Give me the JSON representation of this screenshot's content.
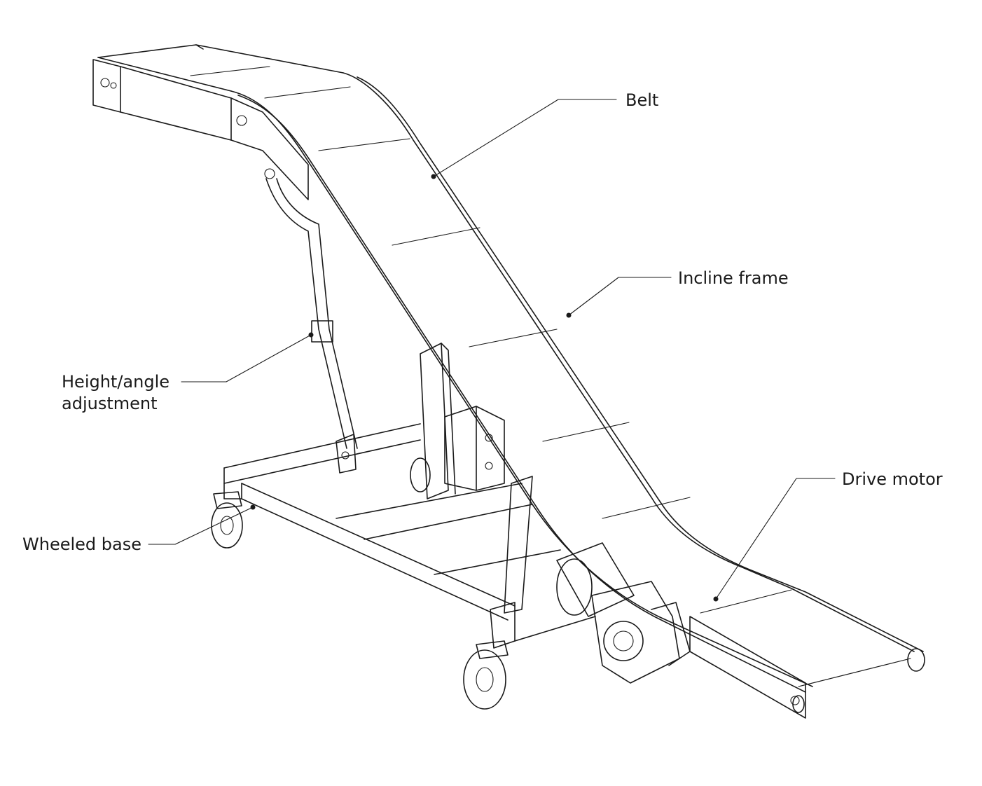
{
  "labels": {
    "belt": "Belt",
    "incline_frame": "Incline frame",
    "height_angle_line1": "Height/angle",
    "height_angle_line2": "adjustment",
    "drive_motor": "Drive motor",
    "wheeled_base": "Wheeled base"
  },
  "colors": {
    "line": "#1a1a1a",
    "background": "#ffffff"
  }
}
